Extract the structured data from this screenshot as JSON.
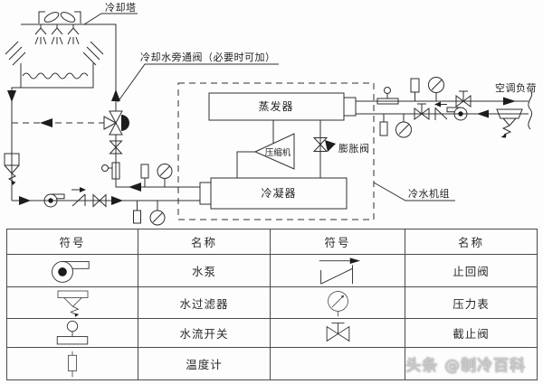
{
  "colors": {
    "line": "#2e2e2e",
    "table_border": "#4a4a4a",
    "watermark_gray": "#c9c9c9",
    "background": "#fdfdfd"
  },
  "diagram": {
    "cooling_tower_label": "冷却塔",
    "bypass_valve_label": "冷却水旁通阀（必要时可加）",
    "evaporator_label": "蒸发器",
    "compressor_label": "压缩机",
    "expansion_valve_label": "膨胀阀",
    "condenser_label": "冷凝器",
    "chiller_unit_label": "冷水机组",
    "ac_load_label": "空调负荷"
  },
  "legend_table": {
    "headers": [
      "符号",
      "名称",
      "符号",
      "名称"
    ],
    "rows": [
      {
        "left_symbol": "water-pump-icon",
        "left_name": "水泵",
        "right_symbol": "check-valve-icon",
        "right_name": "止回阀"
      },
      {
        "left_symbol": "water-filter-icon",
        "left_name": "水过滤器",
        "right_symbol": "pressure-gauge-icon",
        "right_name": "压力表"
      },
      {
        "left_symbol": "water-flow-switch-icon",
        "left_name": "水流开关",
        "right_symbol": "stop-valve-icon",
        "right_name": "截止阀"
      },
      {
        "left_symbol": "thermometer-icon",
        "left_name": "温度计",
        "right_symbol": "",
        "right_name": ""
      }
    ]
  },
  "watermark": "头条 @制冷百科"
}
